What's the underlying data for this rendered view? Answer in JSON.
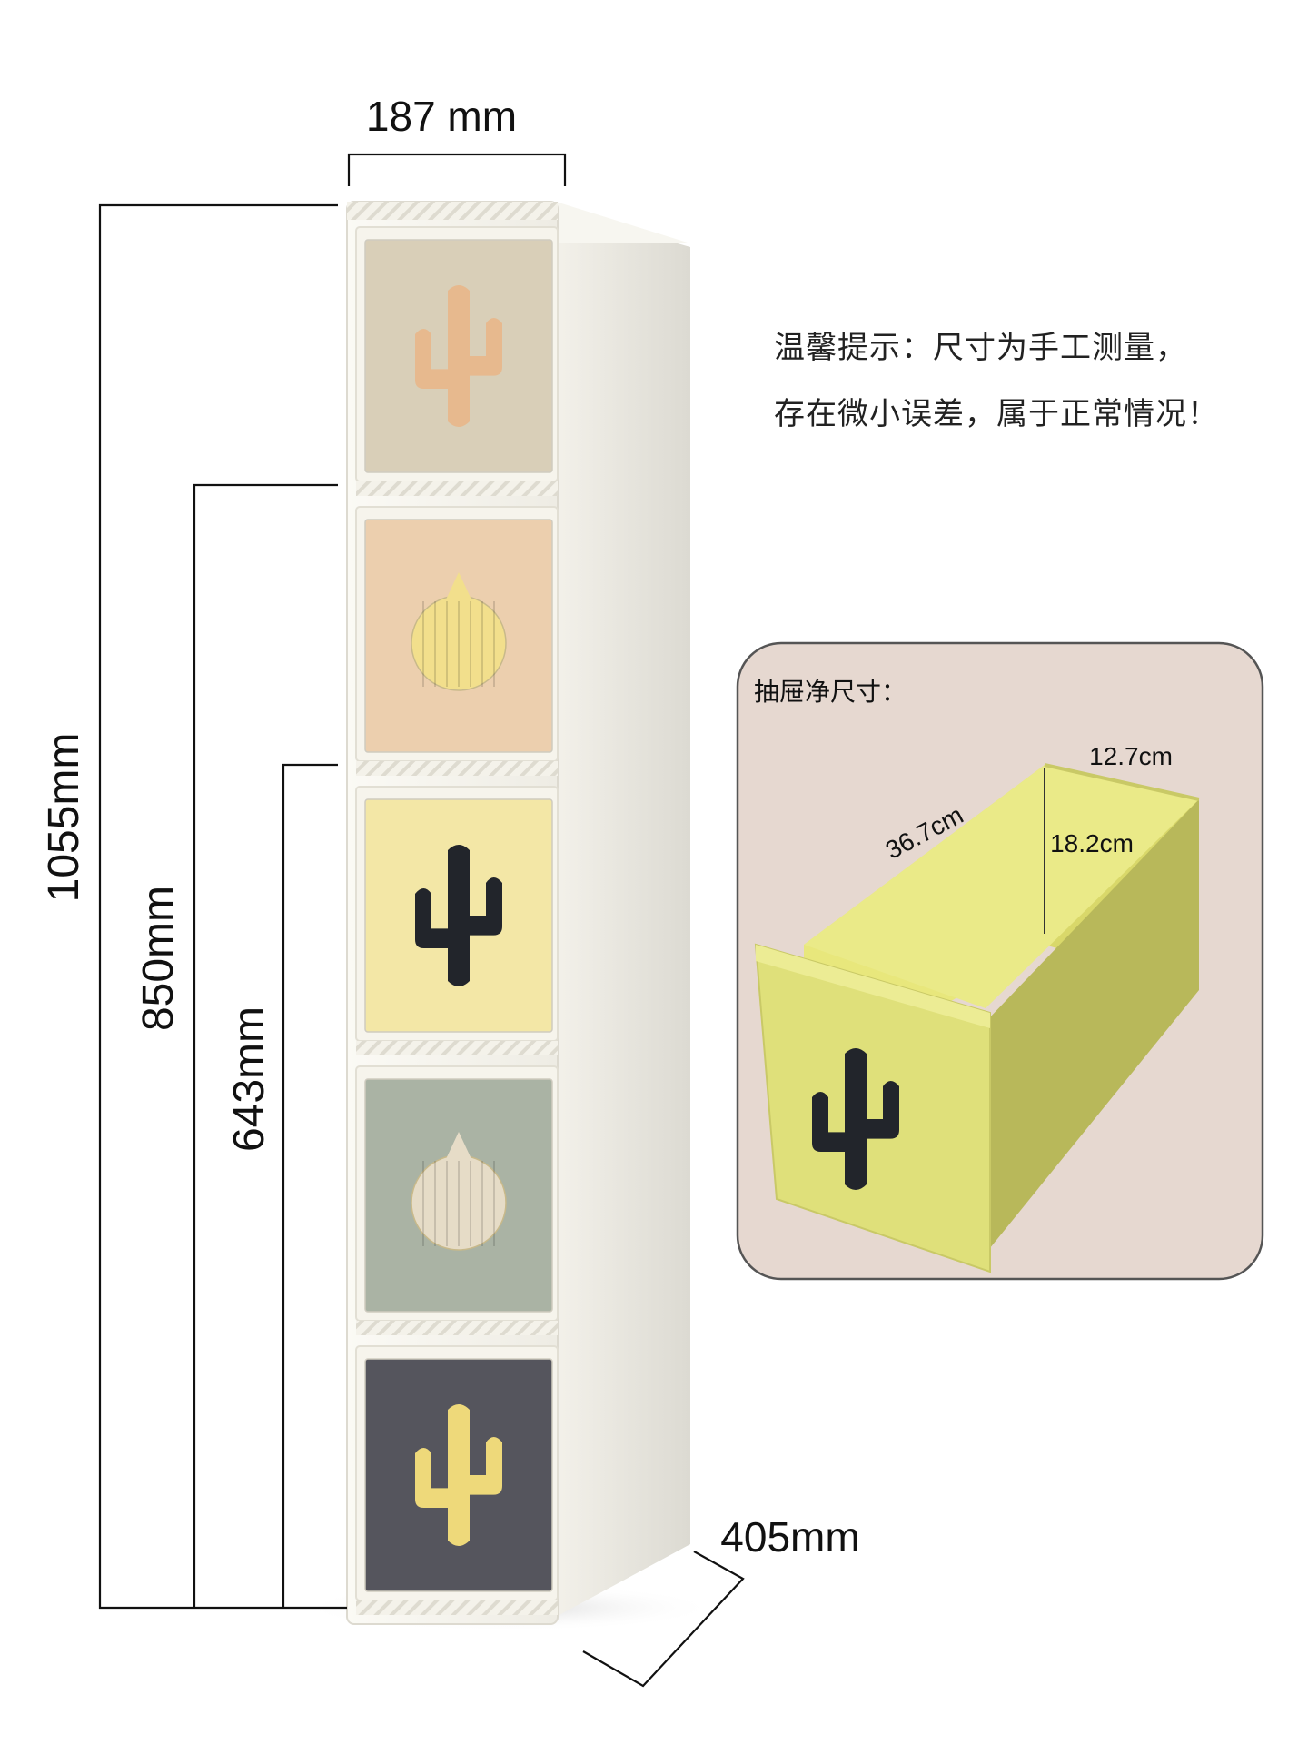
{
  "dimensions": {
    "width": "187 mm",
    "height_total": "1055mm",
    "height_four": "850mm",
    "height_three": "643mm",
    "depth": "405mm"
  },
  "note": {
    "line1": "温馨提示：尺寸为手工测量，",
    "line2": "存在微小误差，属于正常情况！"
  },
  "inset": {
    "title": "抽屉净尺寸：",
    "length": "36.7cm",
    "width": "12.7cm",
    "height": "18.2cm"
  },
  "colors": {
    "drawer_beige": "#d9cfb8",
    "drawer_peach": "#eccfae",
    "drawer_yellow": "#f3e7a6",
    "drawer_sage": "#aab3a4",
    "drawer_charcoal": "#55555d",
    "inset_bg": "#e6d8d0",
    "inset_drawer": "#dfe07a"
  },
  "drawers": [
    {
      "knob": "cactus-icon",
      "knob_color": "#e7b98e"
    },
    {
      "knob": "round-cactus-icon",
      "knob_color": "#f2df8c"
    },
    {
      "knob": "cactus-icon",
      "knob_color": "#22252b"
    },
    {
      "knob": "round-cactus-icon",
      "knob_color": "#e6dcc7"
    },
    {
      "knob": "cactus-icon",
      "knob_color": "#eed97a"
    }
  ]
}
